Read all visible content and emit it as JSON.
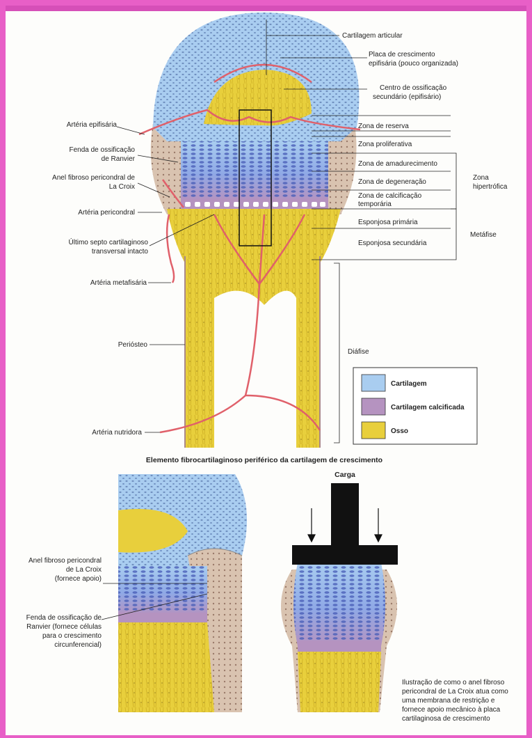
{
  "top_labels_right": {
    "cartilagem_articular": "Cartilagem articular",
    "placa_1": "Placa de crescimento",
    "placa_2": "epifisária (pouco organizada)",
    "centro_1": "Centro de ossificação",
    "centro_2": "secundário (epifisário)",
    "reserva": "Zona de reserva",
    "proliferativa": "Zona proliferativa",
    "amadurecimento": "Zona de amadurecimento",
    "degeneracao": "Zona de degeneração",
    "calcificacao_1": "Zona de calcificação",
    "calcificacao_2": "temporária",
    "esponjosa_primaria": "Esponjosa primária",
    "esponjosa_secundaria": "Esponjosa secundária",
    "zona_1": "Zona",
    "zona_2": "hipertrófica",
    "metafise": "Metáfise",
    "diafise": "Diáfise"
  },
  "top_labels_left": {
    "arteria_epifisaria": "Artéria epifisária",
    "fenda_1": "Fenda de ossificação",
    "fenda_2": "de Ranvier",
    "anel_1": "Anel fibroso pericondral de",
    "anel_2": "La Croix",
    "arteria_pericondral": "Artéria pericondral",
    "ultimo_1": "Último septo cartilaginoso",
    "ultimo_2": "transversal intacto",
    "arteria_metafisaria": "Artéria metafisária",
    "periosteo": "Periósteo",
    "arteria_nutridora": "Artéria nutridora"
  },
  "legend": {
    "items": [
      {
        "label": "Cartilagem",
        "color": "#a9cdf0"
      },
      {
        "label": "Cartilagem calcificada",
        "color": "#b593c0"
      },
      {
        "label": "Osso",
        "color": "#e8cf3c"
      }
    ]
  },
  "bottom": {
    "heading": "Elemento fibrocartilaginoso periférico da cartilagem de crescimento",
    "carga": "Carga",
    "anel_1": "Anel fibroso pericondral",
    "anel_2": "de La Croix",
    "anel_3": "(fornece apoio)",
    "fenda_1": "Fenda de ossificação de",
    "fenda_2": "Ranvier (fornece células",
    "fenda_3": "para o crescimento",
    "fenda_4": "circunferencial)",
    "ilus_1": "Ilustração de como o anel fibroso",
    "ilus_2": "pericondral de La Croix atua como",
    "ilus_3": "uma membrana de restrição e",
    "ilus_4": "fornece apoio mecânico à placa",
    "ilus_5": "cartilaginosa de crescimento"
  },
  "colors": {
    "cartilage": "#a9cdf0",
    "cartilage_dark": "#7ea6e6",
    "calcified": "#b593c0",
    "bone": "#e8cf3c",
    "artery": "#e0606a",
    "periosteum": "#d9c3b0"
  }
}
